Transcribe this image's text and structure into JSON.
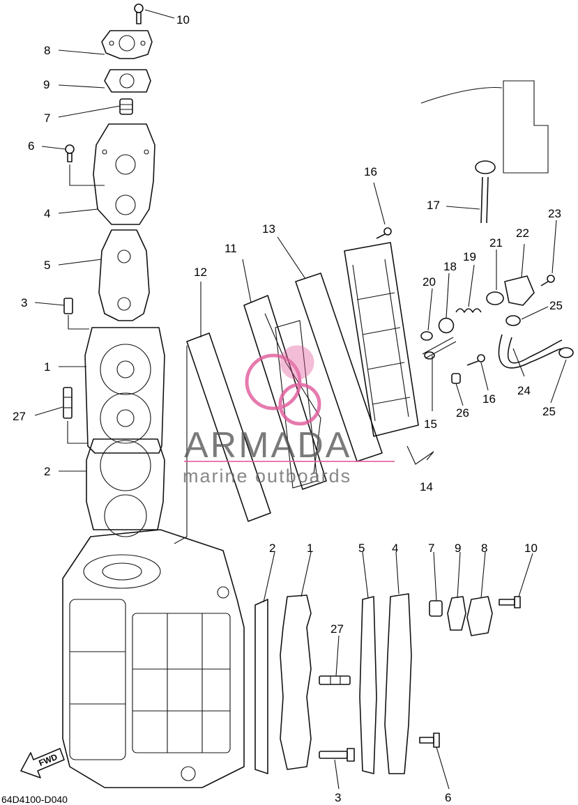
{
  "diagram_code": "64D4100-D040",
  "fwd_label": "FWD",
  "watermark": {
    "brand": "ARMADA",
    "tagline": "marine outboards",
    "accent_color": "#e05a9a"
  },
  "callouts": {
    "top": [
      "10",
      "8",
      "9",
      "7",
      "6",
      "4",
      "5",
      "3",
      "1",
      "27",
      "2"
    ],
    "middle": [
      "12",
      "11",
      "13",
      "16",
      "17",
      "23",
      "22",
      "21",
      "19",
      "18",
      "20",
      "25",
      "24",
      "25",
      "16",
      "26",
      "15",
      "14"
    ],
    "bottom": [
      "2",
      "1",
      "5",
      "4",
      "7",
      "9",
      "8",
      "10",
      "27",
      "3",
      "6"
    ]
  }
}
